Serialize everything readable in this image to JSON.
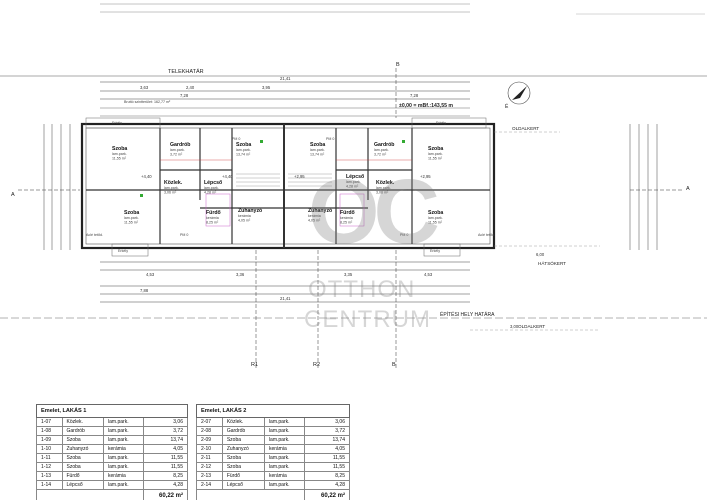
{
  "plan": {
    "plot_boundary": "TELEKHATÁR",
    "building_line": "ÉPÍTÉSI HELY HATÁRA",
    "elevation": "±0,00 = mBf.:143,55 m",
    "gross_area": "Bruttó szintterület: 162,77 m²",
    "side_garden": "OLDALKERT",
    "rear_garden": "HÁTSÓKERT",
    "side_garden_2": "OLDALKERT",
    "dim_total": "21,41",
    "dim_half_top": "7,28",
    "dim_half_bottom": "7,88",
    "dim_half_right": "7,28",
    "dim_setback": "6,00",
    "dim_setback_2": "3,00",
    "dim_left_1": "4,53",
    "dim_right_1": "4,53",
    "dim_mid_1": "3,36",
    "dim_mid_2": "3,35",
    "dim_seg_a": "3,63",
    "dim_seg_b": "3,95",
    "dim_seg_c": "2,40",
    "section_a": "A",
    "section_b": "B",
    "section_b2": "B",
    "section_r1": "R1",
    "section_r2": "R2",
    "north": "É",
    "rooms": [
      {
        "name": "Szoba",
        "sub": "lam.park.",
        "area": "11,55 m²"
      },
      {
        "name": "Gardrób",
        "sub": "lam.park.",
        "area": "3,72 m²"
      },
      {
        "name": "Szoba",
        "sub": "lam.park.",
        "area": "13,74 m²"
      },
      {
        "name": "Szoba",
        "sub": "lam.park.",
        "area": "13,74 m²"
      },
      {
        "name": "Gardrób",
        "sub": "lam.park.",
        "area": "3,72 m²"
      },
      {
        "name": "Szoba",
        "sub": "lam.park.",
        "area": "11,55 m²"
      },
      {
        "name": "Közlek.",
        "sub": "lam.park.",
        "area": "3,06 m²"
      },
      {
        "name": "Lépcső",
        "sub": "lam.park.",
        "area": "4,28 m²"
      },
      {
        "name": "Lépcső",
        "sub": "lam.park.",
        "area": "4,28 m²"
      },
      {
        "name": "Közlek.",
        "sub": "lam.park.",
        "area": "3,06 m²"
      },
      {
        "name": "Szoba",
        "sub": "lam.park.",
        "area": "11,55 m²"
      },
      {
        "name": "Fürdő",
        "sub": "kerámia",
        "area": "8,25 m²"
      },
      {
        "name": "Zuhanyzó",
        "sub": "kerámia",
        "area": "4,05 m²"
      },
      {
        "name": "Zuhanyzó",
        "sub": "kerámia",
        "area": "4,05 m²"
      },
      {
        "name": "Fürdő",
        "sub": "kerámia",
        "area": "8,25 m²"
      },
      {
        "name": "Szoba",
        "sub": "lam.park.",
        "area": "11,55 m²"
      }
    ],
    "labels": {
      "pm": "PM 0",
      "terrace": "Erkély",
      "attic": "Aclé tetőd.",
      "level_1": "+4,40",
      "level_2": "+2,95",
      "level_3": "+2,95"
    }
  },
  "watermark": {
    "mark": "OC",
    "line1": "OTTHON",
    "line2": "CENTRUM"
  },
  "tables": [
    {
      "title": "Emelet, LAKÁS 1",
      "rows": [
        {
          "no": "1-07",
          "room": "Közlek.",
          "floor": "lam.park.",
          "area": "3,06"
        },
        {
          "no": "1-08",
          "room": "Gardrób",
          "floor": "lam.park.",
          "area": "3,72"
        },
        {
          "no": "1-09",
          "room": "Szoba",
          "floor": "lam.park.",
          "area": "13,74"
        },
        {
          "no": "1-10",
          "room": "Zuhanyzó",
          "floor": "kerámia",
          "area": "4,05"
        },
        {
          "no": "1-11",
          "room": "Szoba",
          "floor": "lam.park.",
          "area": "11,55"
        },
        {
          "no": "1-12",
          "room": "Szoba",
          "floor": "lam.park.",
          "area": "11,55"
        },
        {
          "no": "1-13",
          "room": "Fürdő",
          "floor": "kerámia",
          "area": "8,25"
        },
        {
          "no": "1-14",
          "room": "Lépcső",
          "floor": "lam.park.",
          "area": "4,28"
        }
      ],
      "total": "60,22 m²"
    },
    {
      "title": "Emelet, LAKÁS 2",
      "rows": [
        {
          "no": "2-07",
          "room": "Közlek.",
          "floor": "lam.park.",
          "area": "3,06"
        },
        {
          "no": "2-08",
          "room": "Gardrób",
          "floor": "lam.park.",
          "area": "3,72"
        },
        {
          "no": "2-09",
          "room": "Szoba",
          "floor": "lam.park.",
          "area": "13,74"
        },
        {
          "no": "2-10",
          "room": "Zuhanyzó",
          "floor": "kerámia",
          "area": "4,05"
        },
        {
          "no": "2-11",
          "room": "Szoba",
          "floor": "lam.park.",
          "area": "11,55"
        },
        {
          "no": "2-12",
          "room": "Szoba",
          "floor": "lam.park.",
          "area": "11,55"
        },
        {
          "no": "2-13",
          "room": "Fürdő",
          "floor": "kerámia",
          "area": "8,25"
        },
        {
          "no": "2-14",
          "room": "Lépcső",
          "floor": "lam.park.",
          "area": "4,28"
        }
      ],
      "total": "60,22 m²"
    }
  ]
}
